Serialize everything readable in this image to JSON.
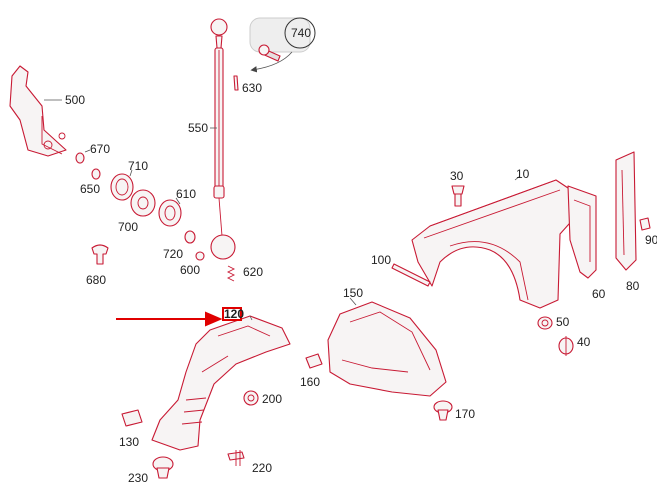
{
  "diagram": {
    "highlighted_part": "120",
    "callouts": {
      "p740": "740",
      "p630": "630",
      "p500": "500",
      "p550": "550",
      "p670": "670",
      "p650": "650",
      "p710": "710",
      "p610": "610",
      "p700": "700",
      "p720": "720",
      "p600": "600",
      "p620": "620",
      "p680": "680",
      "p120": "120",
      "p30": "30",
      "p10": "10",
      "p90": "90",
      "p100": "100",
      "p150": "150",
      "p60": "60",
      "p80": "80",
      "p50": "50",
      "p40": "40",
      "p160": "160",
      "p200": "200",
      "p170": "170",
      "p130": "130",
      "p220": "220",
      "p230": "230"
    },
    "colors": {
      "line": "#c81a34",
      "pointer": "#e00000",
      "text": "#222222"
    }
  }
}
